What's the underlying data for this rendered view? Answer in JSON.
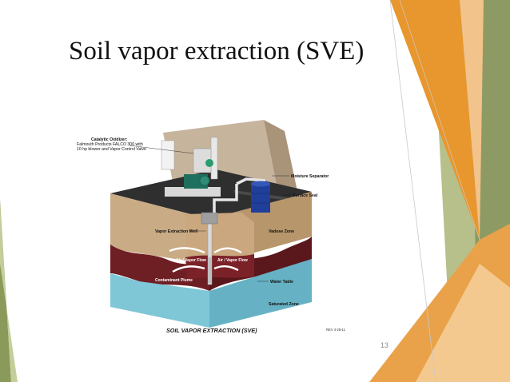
{
  "slide": {
    "title": "Soil vapor extraction (SVE)",
    "page_number": "13"
  },
  "diagram": {
    "caption": "SOIL VAPOR EXTRACTION (SVE)",
    "revision": "REV 4-28-11",
    "labels": {
      "oxidizer_title": "Catalytic Oxidizer:",
      "oxidizer_line1": "Falmouth Products FALCO 300 with",
      "oxidizer_line2": "10 hp blower and Vapor Control Valve",
      "moisture_separator": "Moisture Separator",
      "surface_seal": "Surface Seal",
      "vapor_extraction_well": "Vapor Extraction Well",
      "vadose_zone": "Vadose Zone",
      "air_vapor_flow_left": "Air / Vapor Flow",
      "air_vapor_flow_right": "Air / Vapor Flow",
      "contaminant_plume": "Contaminant Plume",
      "water_table": "Water Table",
      "saturated_zone": "Saturated Zone"
    }
  },
  "colors": {
    "theme_green_dark": "#8a9a5b",
    "theme_green_light": "#c4ce9a",
    "theme_orange": "#e8962e",
    "theme_orange_light": "#f2c38a",
    "soil_tan": "#c9ab85",
    "plume_maroon": "#6e1f24",
    "water_blue": "#7fc6d6",
    "drum_blue": "#1f3f9a"
  }
}
